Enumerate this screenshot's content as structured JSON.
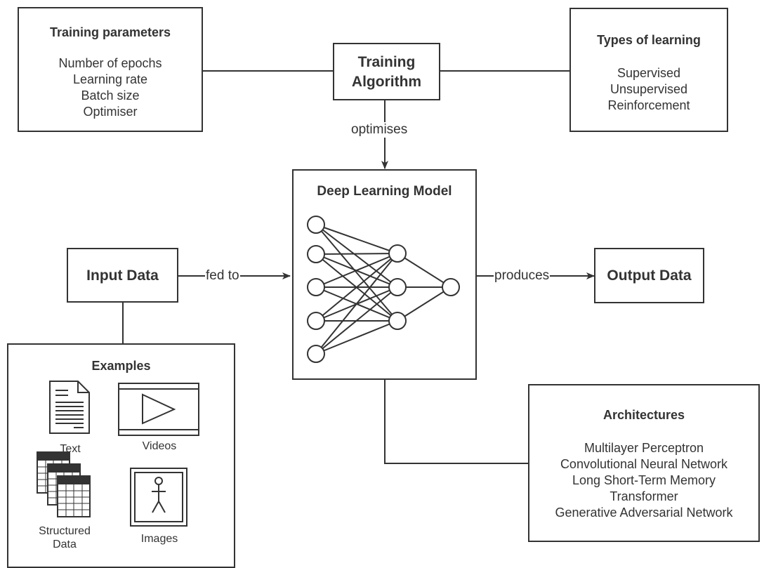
{
  "training_params": {
    "title": "Training parameters",
    "items": [
      "Number of epochs",
      "Learning rate",
      "Batch size",
      "Optimiser"
    ]
  },
  "training_algorithm": {
    "line1": "Training",
    "line2": "Algorithm"
  },
  "types_of_learning": {
    "title": "Types of learning",
    "items": [
      "Supervised",
      "Unsupervised",
      "Reinforcement"
    ]
  },
  "edges": {
    "optimises": "optimises",
    "fed_to": "fed to",
    "produces": "produces"
  },
  "model": {
    "title": "Deep Learning Model"
  },
  "input": {
    "label": "Input Data"
  },
  "output": {
    "label": "Output Data"
  },
  "examples": {
    "title": "Examples",
    "text_label": "Text",
    "videos_label": "Videos",
    "structured_label_1": "Structured",
    "structured_label_2": "Data",
    "images_label": "Images"
  },
  "architectures": {
    "title": "Architectures",
    "items": [
      "Multilayer Perceptron",
      "Convolutional Neural Network",
      "Long Short-Term Memory",
      "Transformer",
      "Generative Adversarial Network"
    ]
  }
}
